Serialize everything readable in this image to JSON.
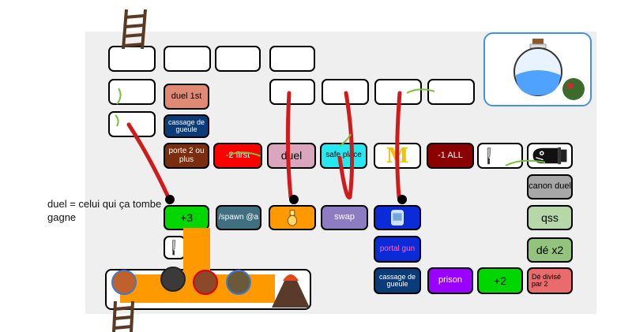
{
  "rules_text": "duel = celui qui ça tombe gagne",
  "tiles": {
    "duel_1st": "duel 1st",
    "cassage_top": "cassage de gueule",
    "porte2": "porte 2 ou plus",
    "minus2_first": "-2 first",
    "duel": "duel",
    "safe_place": "safe place",
    "m_logo": "M",
    "minus1_all": "-1 ALL",
    "canon_duel": "canon duel",
    "qss": "qss",
    "de_x2": "dé x2",
    "plus3": "+3",
    "spawn": "/spawn @a",
    "swap": "swap",
    "portal_gun": "portal gun",
    "cassage_bottom": "cassage de gueule",
    "prison": "prison",
    "plus2": "+2",
    "de_divise": "Dé divisé par 2"
  },
  "colors": {
    "salmon": "#e08a76",
    "navy": "#0b3c7a",
    "brown": "#7a2d0f",
    "red": "#ff0000",
    "pink": "#d9a6bd",
    "cyan": "#26e8f0",
    "darkred": "#8b0000",
    "green": "#00d600",
    "teal": "#3f6f80",
    "purple": "#8e7cc3",
    "blue": "#0b2ad8",
    "violet": "#9900ff",
    "lightgreen": "#b6d7a8",
    "greygreen": "#5f7f5f",
    "rose": "#ea6b6b",
    "orange": "#ff9900",
    "ladder": "#5a3a22",
    "tongue": "#d11b1b"
  },
  "icons": [
    "ladder-icon",
    "knife-icon",
    "bullet-bill-icon",
    "potion-icon",
    "volcano-icon",
    "tongue-snake-icon",
    "skull-icon",
    "bottle-icon",
    "mcdonalds-logo-icon"
  ]
}
